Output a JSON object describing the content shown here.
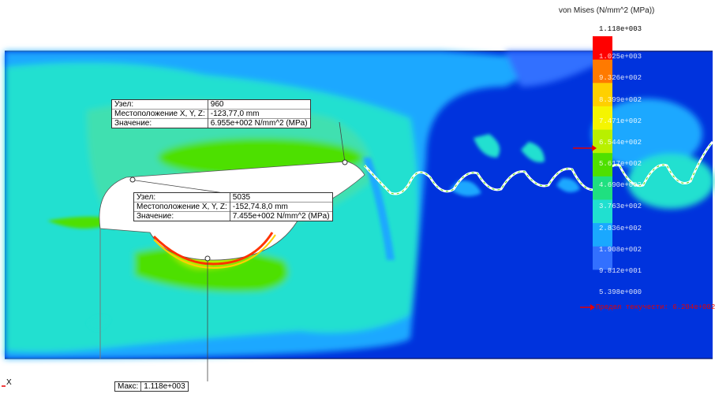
{
  "legend": {
    "title": "von Mises (N/mm^2 (MPa))",
    "ticks": [
      "1.118e+003",
      "1.025e+003",
      "9.326e+002",
      "8.399e+002",
      "7.471e+002",
      "6.544e+002",
      "5.617e+002",
      "4.690e+002",
      "3.763e+002",
      "2.836e+002",
      "1.908e+002",
      "9.812e+001",
      "5.398e+000"
    ],
    "yield_label": "Предел текучести: 6.204e+002",
    "colors": [
      "#ff0000",
      "#ff7a00",
      "#ffd000",
      "#f5f500",
      "#b8f000",
      "#4ee000",
      "#1fe080",
      "#20e0d0",
      "#1aa8ff",
      "#3270ff",
      "#0033dd"
    ]
  },
  "probes": [
    {
      "rows": [
        {
          "label": "Узел:",
          "value": "960"
        },
        {
          "label": "Местоположение X, Y, Z:",
          "value": "-123,77,0 mm"
        },
        {
          "label": "Значение:",
          "value": "6.955e+002 N/mm^2 (MPa)"
        }
      ]
    },
    {
      "rows": [
        {
          "label": "Узел:",
          "value": "5035"
        },
        {
          "label": "Местоположение X, Y, Z:",
          "value": "-152,74.8,0 mm"
        },
        {
          "label": "Значение:",
          "value": "7.455e+002 N/mm^2 (MPa)"
        }
      ]
    }
  ],
  "max": {
    "label": "Макс:",
    "value": "1.118e+003"
  },
  "axis": {
    "label": "X"
  }
}
